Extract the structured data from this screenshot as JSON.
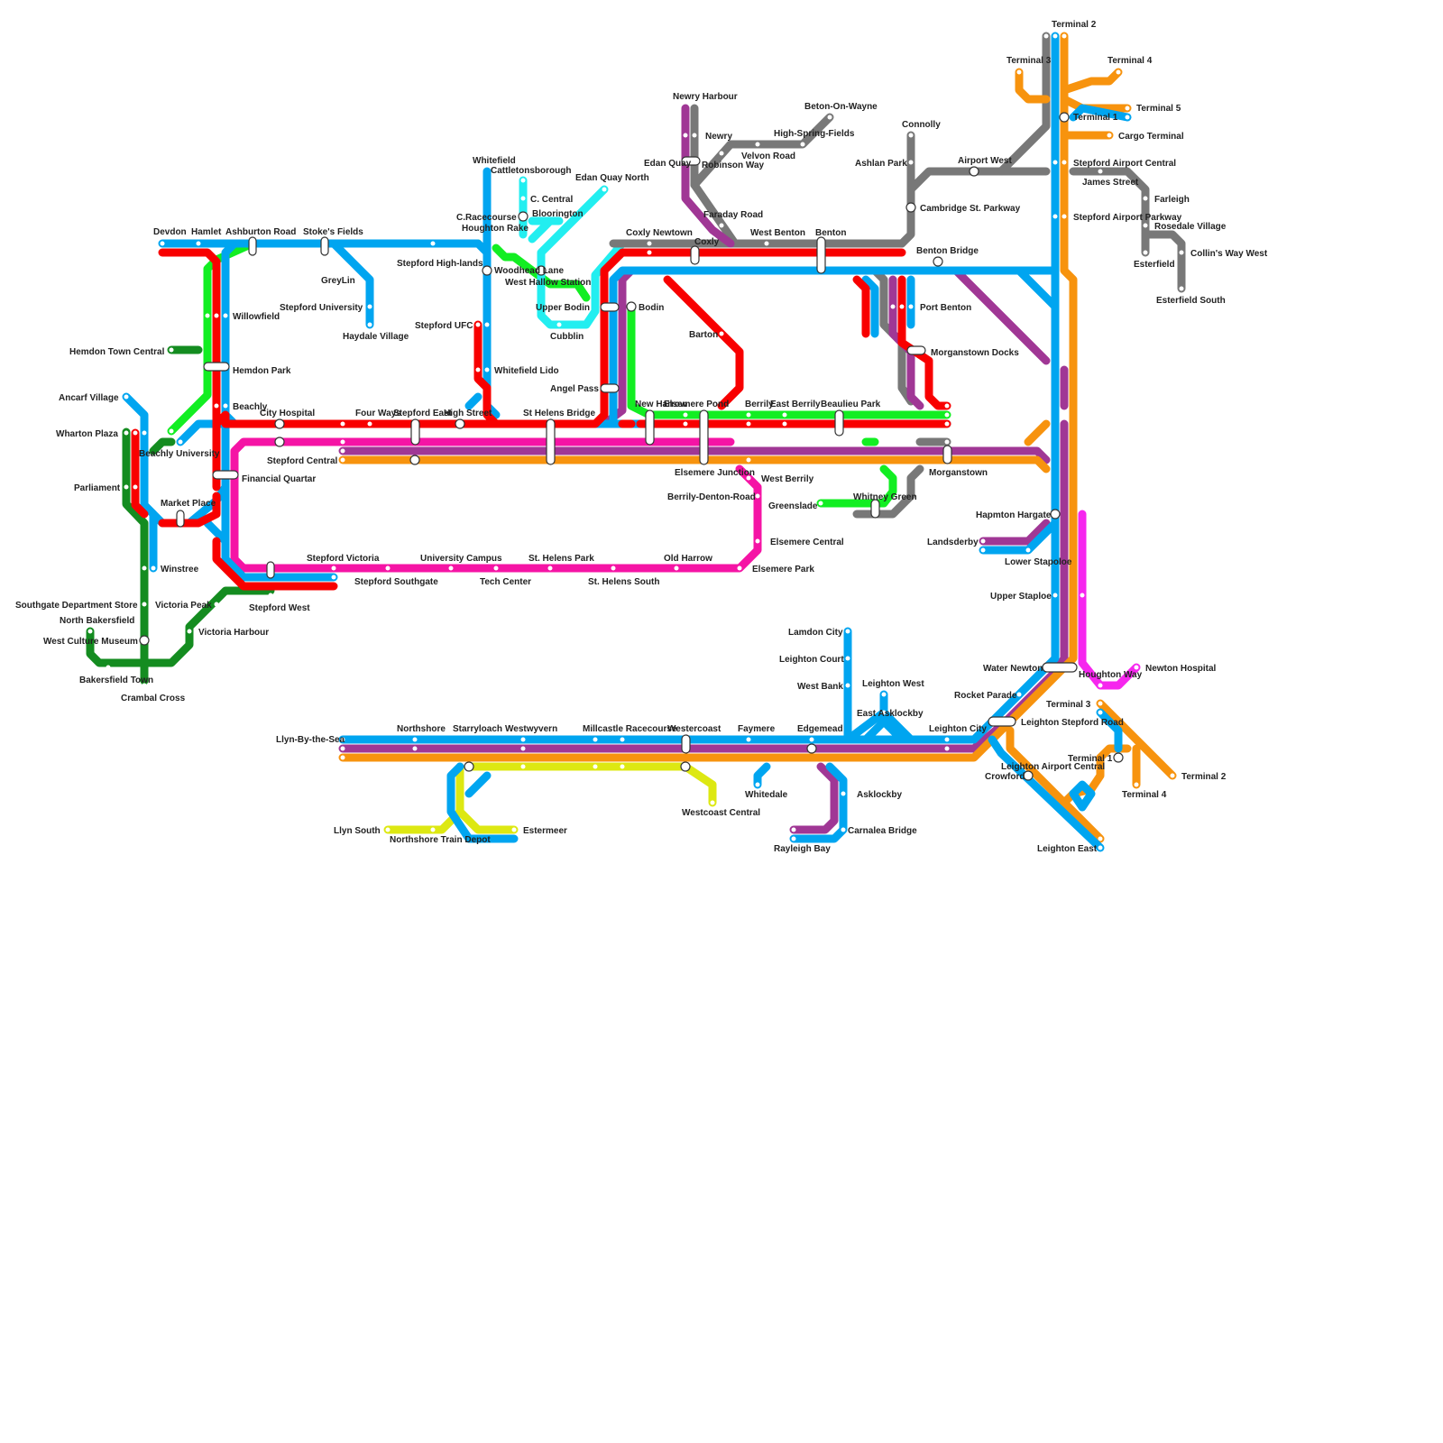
{
  "lines": {
    "red": "#f80000",
    "blue": "#00a5f0",
    "green": "#12ee22",
    "darkgreen": "#148c20",
    "cyan": "#22eef0",
    "grey": "#787878",
    "purple": "#a03795",
    "pink": "#f514a5",
    "orange": "#f7930e",
    "yellow": "#dde812",
    "magenta": "#f626ee"
  },
  "stations": [
    "Devdon",
    "Hamlet",
    "Ashburton Road",
    "Stoke's Fields",
    "Stepford High-lands",
    "GreyLin",
    "Stepford University",
    "Haydale Village",
    "Whitefield",
    "Cattletonsborough",
    "Edan Quay North",
    "C. Central",
    "C.Racecourse",
    "Bloorington",
    "Houghton Rake",
    "Woodhead Lane",
    "West Hallow Station",
    "Upper Bodin",
    "Bodin",
    "Cubblin",
    "Stepford UFC",
    "Whitefield Lido",
    "Angel Pass",
    "Willowfield",
    "Hemdon Town Central",
    "Hemdon Park",
    "Ancarf Village",
    "Beachly",
    "City Hospital",
    "Four Ways",
    "Stepford East",
    "High Street",
    "St Helens Bridge",
    "Wharton Plaza",
    "Beachly University",
    "Stepford Central",
    "Parliament",
    "Financial Quartar",
    "Market Place",
    "Winstree",
    "Stepford Victoria",
    "Stepford Southgate",
    "University Campus",
    "Tech Center",
    "St. Helens Park",
    "St. Helens South",
    "Old Harrow",
    "Elsemere Park",
    "Elsemere Central",
    "Berrily-Denton-Road",
    "West Berrily",
    "Elsemere Junction",
    "Southgate Department Store",
    "Victoria Peak",
    "Stepford West",
    "North Bakersfield",
    "West Culture Museum",
    "Victoria Harbour",
    "Bakersfield Town",
    "Crambal Cross",
    "Newry Harbour",
    "Newry",
    "Edan Quay",
    "Robinson Way",
    "Velvon Road",
    "High-Spring-Fields",
    "Beton-On-Wayne",
    "Faraday Road",
    "Coxly Newtown",
    "Coxly",
    "West Benton",
    "Benton",
    "Barton",
    "New Harrow",
    "Elsemere Pond",
    "Berrily",
    "East Berrily",
    "Beaulieu Park",
    "Connolly",
    "Ashlan Park",
    "Airport West",
    "Cambridge St. Parkway",
    "Benton Bridge",
    "Port Benton",
    "Morganstown Docks",
    "Morganstown",
    "Greenslade",
    "Whitney Green",
    "Terminal 2",
    "Terminal 3",
    "Terminal 4",
    "Terminal 5",
    "Terminal 1",
    "Cargo Terminal",
    "Stepford Airport Central",
    "James Street",
    "Farleigh",
    "Stepford Airport Parkway",
    "Rosedale Village",
    "Collin's Way West",
    "Esterfield",
    "Esterfield South",
    "Hapmton Hargate",
    "Landsderby",
    "Lower Stapoloe",
    "Upper Staploe",
    "Water Newton",
    "Houghton Way",
    "Newton Hospital",
    "Rocket Parade",
    "Leighton Stepford Road",
    "Leighton City",
    "Leighton Airport Central",
    "Crowford",
    "Leighton East",
    "Lamdon City",
    "Leighton Court",
    "West Bank",
    "Leighton West",
    "East Asklockby",
    "Llyn-By-the-Sea",
    "Northshore",
    "Starryloach",
    "Westwyvern",
    "Millcastle Racecourse",
    "Westercoast",
    "Faymere",
    "Edgemead",
    "Whitedale",
    "Westcoast Central",
    "Asklockby",
    "Carnalea Bridge",
    "Rayleigh Bay",
    "Llyn South",
    "Northshore Train Depot",
    "Estermeer"
  ]
}
